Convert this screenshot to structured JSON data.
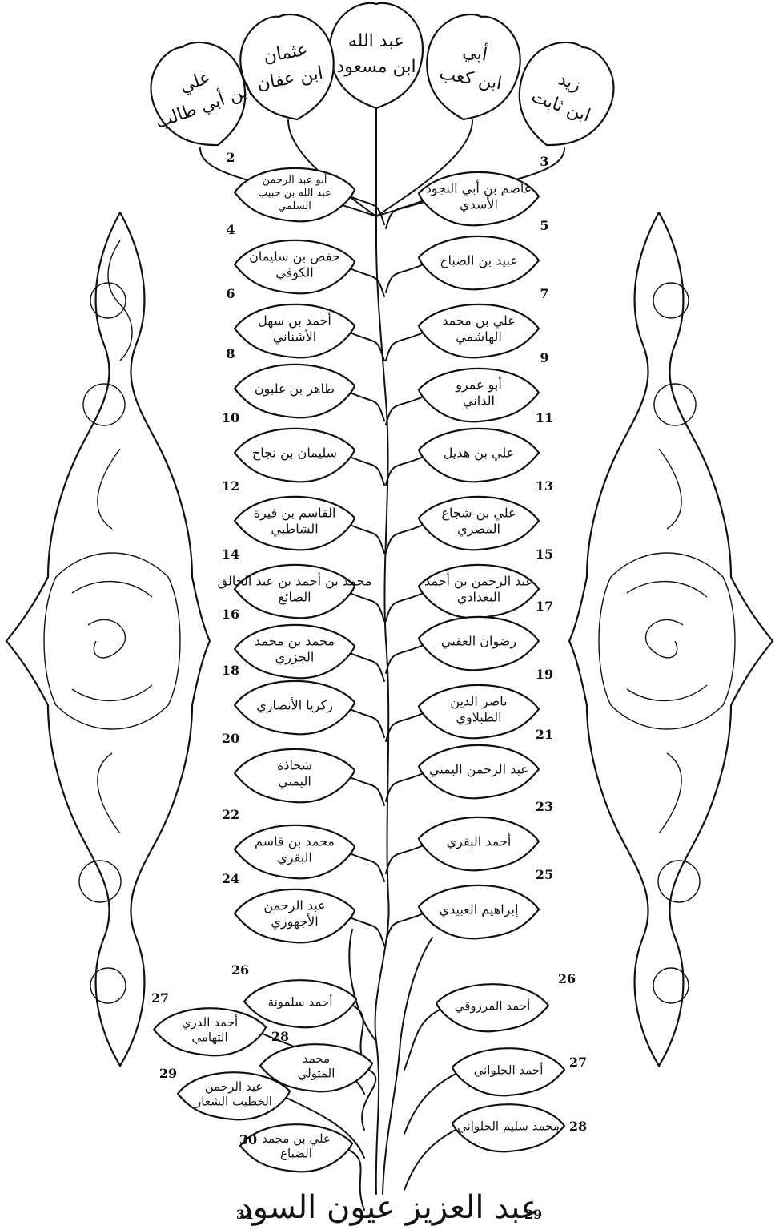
{
  "top_leaves": [
    {
      "lines": [
        "زيد",
        "ابن ثابت"
      ]
    },
    {
      "lines": [
        "أبي",
        "ابن كعب"
      ]
    },
    {
      "lines": [
        "عبد الله",
        "ابن مسعود"
      ]
    },
    {
      "lines": [
        "عثمان",
        "ابن عفان"
      ]
    },
    {
      "lines": [
        "علي",
        "ابن أبي طالب"
      ]
    }
  ],
  "chain_leaves": [
    {
      "num": "2",
      "side": "left",
      "lines": [
        "أبو عبد الرحمن",
        "عبد الله بن حبيب",
        "السلمي"
      ]
    },
    {
      "num": "3",
      "side": "right",
      "lines": [
        "عاصم بن أبي النجود",
        "الأسدي"
      ]
    },
    {
      "num": "4",
      "side": "left",
      "lines": [
        "حفص بن سليمان",
        "الكوفي"
      ]
    },
    {
      "num": "5",
      "side": "right",
      "lines": [
        "عبيد بن الصباح"
      ]
    },
    {
      "num": "6",
      "side": "left",
      "lines": [
        "أحمد بن سهل",
        "الأشناني"
      ]
    },
    {
      "num": "7",
      "side": "right",
      "lines": [
        "علي بن محمد",
        "الهاشمي"
      ]
    },
    {
      "num": "8",
      "side": "left",
      "lines": [
        "طاهر بن غلبون"
      ]
    },
    {
      "num": "9",
      "side": "right",
      "lines": [
        "أبو عمرو",
        "الداني"
      ]
    },
    {
      "num": "10",
      "side": "left",
      "lines": [
        "سليمان بن نجاح"
      ]
    },
    {
      "num": "11",
      "side": "right",
      "lines": [
        "علي بن هذيل"
      ]
    },
    {
      "num": "12",
      "side": "left",
      "lines": [
        "القاسم بن فيرة",
        "الشاطبي"
      ]
    },
    {
      "num": "13",
      "side": "right",
      "lines": [
        "علي بن شجاع",
        "المصري"
      ]
    },
    {
      "num": "14",
      "side": "left",
      "lines": [
        "محمد بن أحمد بن عبد الخالق",
        "الصائغ"
      ]
    },
    {
      "num": "15",
      "side": "right",
      "lines": [
        "عبد الرحمن بن أحمد",
        "البغدادي"
      ]
    },
    {
      "num": "16",
      "side": "left",
      "lines": [
        "محمد بن محمد",
        "الجزري"
      ]
    },
    {
      "num": "17",
      "side": "right",
      "lines": [
        "رضوان العقبي"
      ]
    },
    {
      "num": "18",
      "side": "left",
      "lines": [
        "زكريا الأنصاري"
      ]
    },
    {
      "num": "19",
      "side": "right",
      "lines": [
        "ناصر الدين",
        "الطبلاوي"
      ]
    },
    {
      "num": "20",
      "side": "left",
      "lines": [
        "شحاذة",
        "اليمني"
      ]
    },
    {
      "num": "21",
      "side": "right",
      "lines": [
        "عبد الرحمن اليمني"
      ]
    },
    {
      "num": "22",
      "side": "left",
      "lines": [
        "محمد بن قاسم",
        "البقري"
      ]
    },
    {
      "num": "23",
      "side": "right",
      "lines": [
        "أحمد البقري"
      ]
    },
    {
      "num": "24",
      "side": "left",
      "lines": [
        "عبد الرحمن",
        "الأجهوري"
      ]
    },
    {
      "num": "25",
      "side": "right",
      "lines": [
        "إبراهيم العبيدي"
      ]
    }
  ],
  "left_branch": [
    {
      "num": "26",
      "lines": [
        "أحمد سلمونة"
      ]
    },
    {
      "num": "27",
      "lines": [
        "أحمد الدري",
        "التهامي"
      ]
    },
    {
      "num": "28",
      "lines": [
        "محمد",
        "المتولي"
      ]
    },
    {
      "num": "29",
      "lines": [
        "عبد الرحمن",
        "الخطيب الشعار"
      ]
    },
    {
      "num": "30",
      "lines": [
        "علي بن محمد",
        "الضباع"
      ]
    }
  ],
  "right_branch": [
    {
      "num": "26",
      "lines": [
        "أحمد المرزوقي"
      ]
    },
    {
      "num": "27",
      "lines": [
        "أحمد الحلواني"
      ]
    },
    {
      "num": "28",
      "lines": [
        "محمد سليم الحلواني"
      ]
    }
  ],
  "bottom": {
    "title": "عبد العزيز عيون السود",
    "num_left": "31",
    "num_right": "29"
  }
}
